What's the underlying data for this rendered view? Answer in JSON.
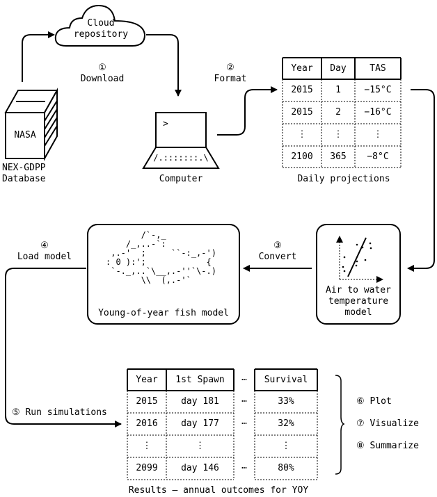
{
  "cloud": {
    "label_line1": "Cloud",
    "label_line2": "repository"
  },
  "nasa": {
    "box_label": "NASA",
    "caption_line1": "NEX-GDPP",
    "caption_line2": "Database"
  },
  "steps": {
    "s1_num": "①",
    "s1_label": "Download",
    "s2_num": "②",
    "s2_label": "Format",
    "s3_num": "③",
    "s3_label": "Convert",
    "s4_num": "④",
    "s4_label": "Load model",
    "s5_label": "⑤  Run simulations",
    "s6_label": "⑥  Plot",
    "s7_label": "⑦  Visualize",
    "s8_label": "⑧  Summarize"
  },
  "computer": {
    "prompt": ">",
    "keyboard": "/.:::::::.\\",
    "caption": "Computer"
  },
  "proj_table": {
    "headers": [
      "Year",
      "Day",
      "TAS"
    ],
    "rows": [
      [
        "2015",
        "1",
        "−15°C"
      ],
      [
        "2015",
        "2",
        "−16°C"
      ],
      [
        "2100",
        "365",
        "−8°C"
      ]
    ],
    "ellipsis": "⋮",
    "caption": "Daily projections"
  },
  "air_model": {
    "line1": "Air to water",
    "line2": "temperature",
    "line3": "model"
  },
  "fish": {
    "art": "       /`-,_\n    /_,..-`:\n ,.-'  ;     ``-:_,-')\n: 0 ):';            {\n `-._,..`\\__,.-''`\\-.)\n       \\\\  (,.-'`\n       ",
    "caption": "Young-of-year fish model"
  },
  "results_table": {
    "headers": [
      "Year",
      "1st Spawn",
      "⋯",
      "Survival"
    ],
    "rows": [
      [
        "2015",
        "day 181",
        "⋯",
        "33%"
      ],
      [
        "2016",
        "day 177",
        "⋯",
        "32%"
      ],
      [
        "2099",
        "day 146",
        "⋯",
        "80%"
      ]
    ],
    "ellipsis": "⋮",
    "caption": "Results – annual outcomes for YOY"
  }
}
